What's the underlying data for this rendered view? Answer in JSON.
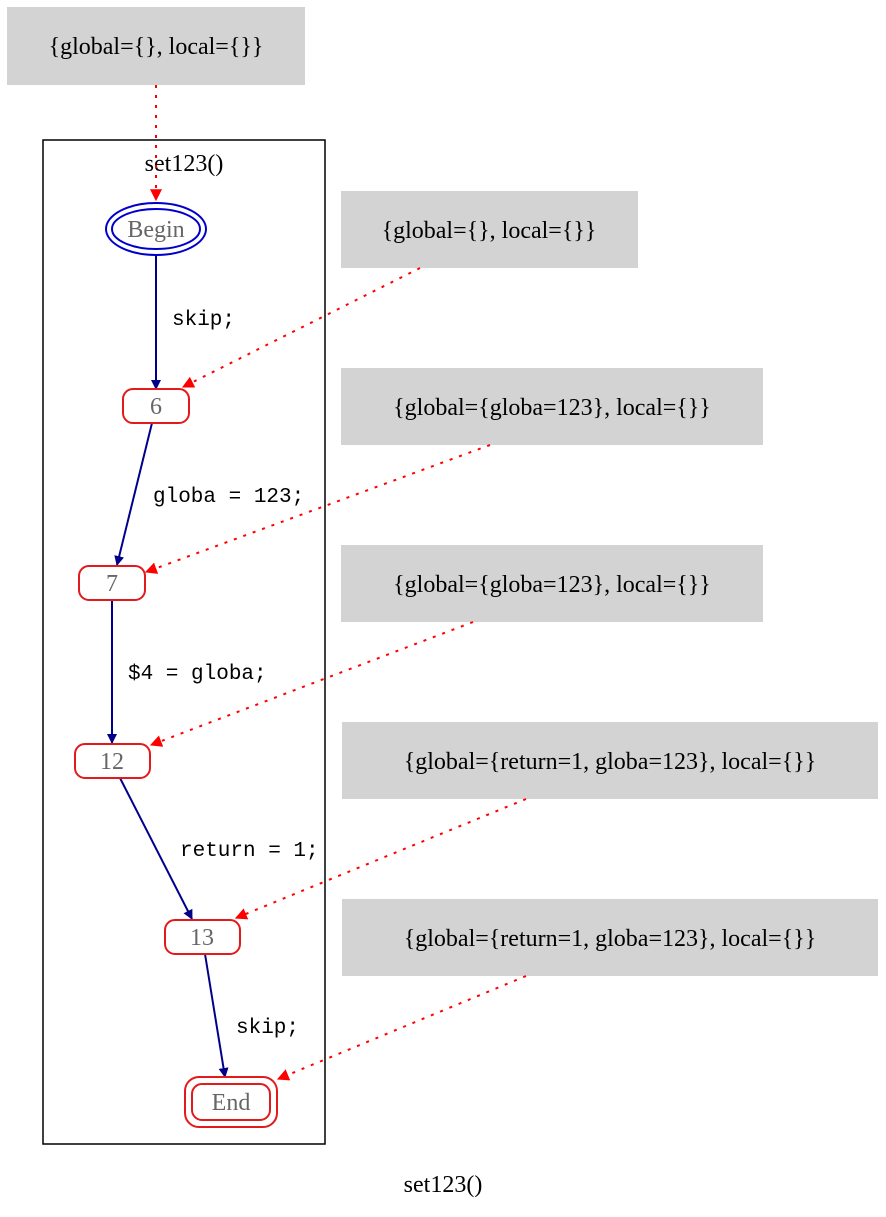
{
  "cluster": {
    "label": "set123()"
  },
  "graph": {
    "label": "set123()"
  },
  "nodes": {
    "begin": "Begin",
    "n6": "6",
    "n7": "7",
    "n12": "12",
    "n13": "13",
    "end": "End"
  },
  "edges": {
    "begin_6": "skip;",
    "e6_7": "globa = 123;",
    "e7_12": "$4 = globa;",
    "e12_13": "return = 1;",
    "e13_end": "skip;"
  },
  "states": {
    "initial": "{global={}, local={}}",
    "s6": "{global={}, local={}}",
    "s7": "{global={globa=123}, local={}}",
    "s12": "{global={globa=123}, local={}}",
    "s13": "{global={return=1, globa=123}, local={}}",
    "send": "{global={return=1, globa=123}, local={}}"
  },
  "colors": {
    "state_box": "#d3d3d3",
    "node_border": "#e31a1c",
    "begin_border": "#0000cd",
    "node_text": "#666666",
    "edge": "#00008b",
    "state_link": "#ff0000",
    "cluster_border": "#000000"
  }
}
